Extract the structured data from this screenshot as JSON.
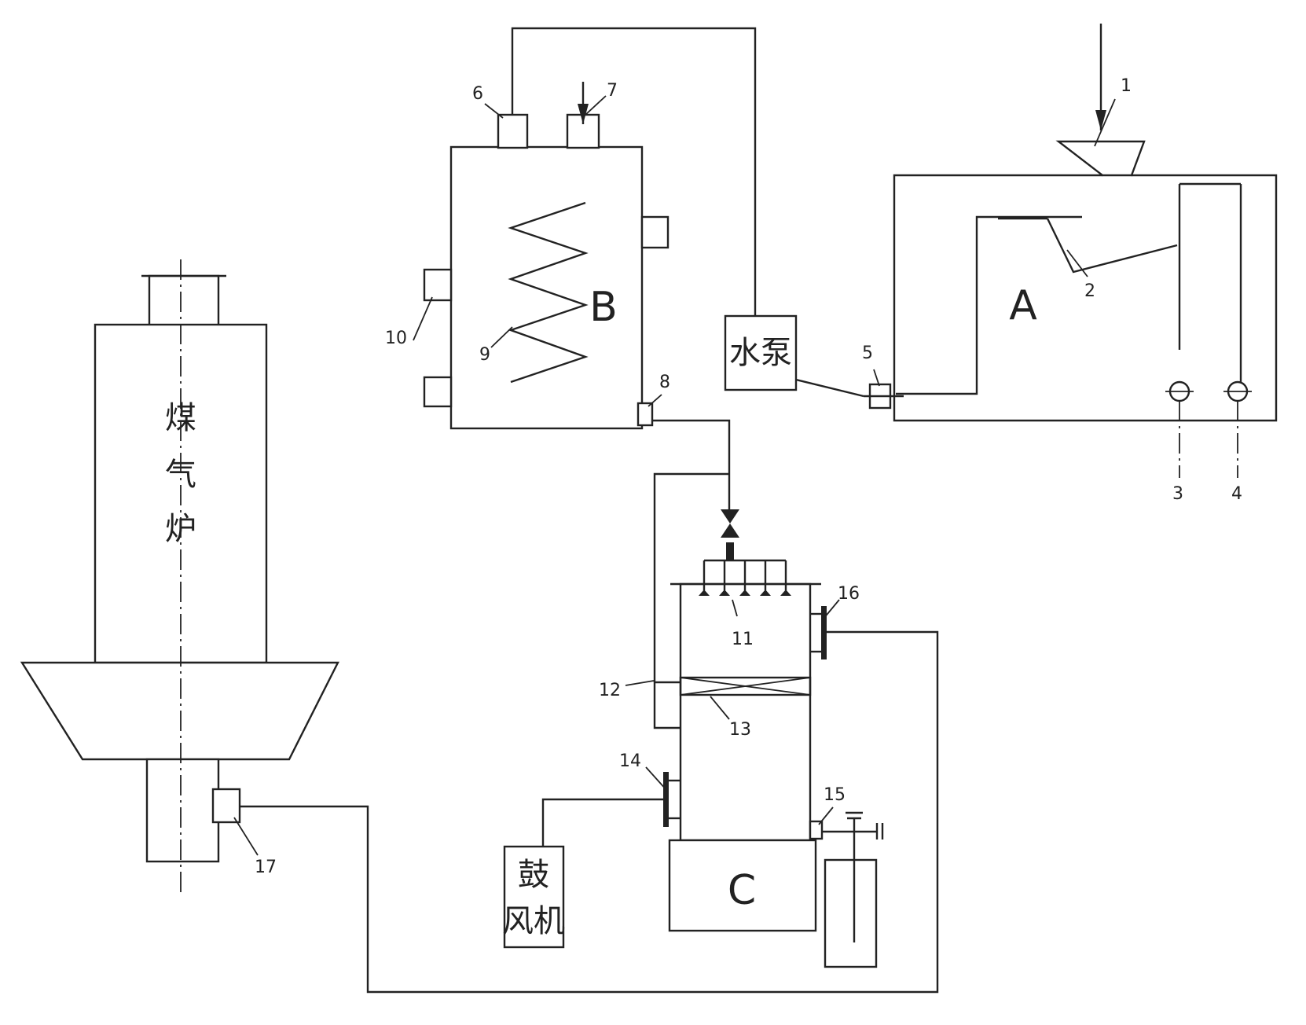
{
  "units": {
    "A": "A",
    "B": "B",
    "C": "C",
    "gas_furnace": [
      "煤",
      "气",
      "炉"
    ],
    "water_pump": "水泵",
    "blower": [
      "鼓",
      "风机"
    ]
  },
  "callouts": [
    "1",
    "2",
    "3",
    "4",
    "5",
    "6",
    "7",
    "8",
    "9",
    "10",
    "11",
    "12",
    "13",
    "14",
    "15",
    "16",
    "17"
  ]
}
